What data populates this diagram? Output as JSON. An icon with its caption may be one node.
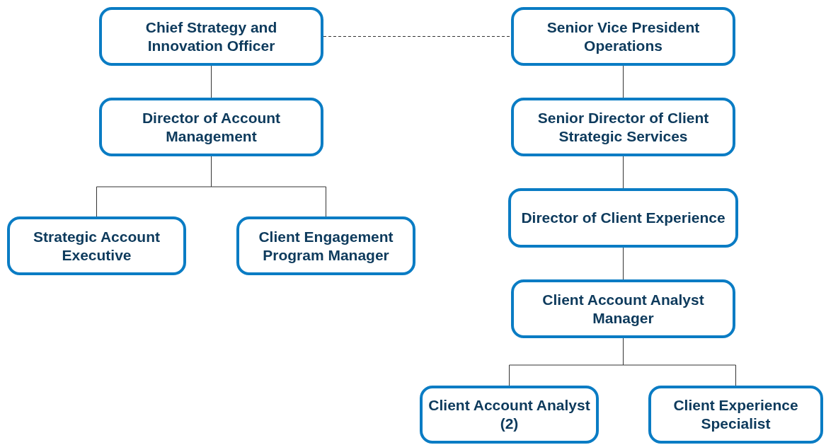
{
  "diagram": {
    "nodes": [
      {
        "text": [
          "Chief Strategy and Innovation Officer"
        ]
      },
      {
        "text": [
          "Director of Account Management"
        ]
      },
      {
        "text": [
          "Strategic Account Executive"
        ]
      },
      {
        "text": [
          "Client Engagement Program Manager"
        ]
      },
      {
        "text": [
          "Senior Vice President Operations"
        ]
      },
      {
        "text": [
          "Senior Director of Client Strategic Services"
        ]
      },
      {
        "text": [
          "Director of Client Experience"
        ]
      },
      {
        "text": [
          "Client Account Analyst Manager"
        ]
      },
      {
        "text": [
          "Client Account Analyst (2)"
        ]
      },
      {
        "text": [
          "Client Experience Specialist"
        ]
      }
    ],
    "edges": [
      {
        "from": 0,
        "to": 4,
        "arrow": "none",
        "style": "dashed"
      },
      {
        "from": 0,
        "to": 1,
        "arrow": "none"
      },
      {
        "from": 1,
        "to": 2,
        "arrow": "none"
      },
      {
        "from": 1,
        "to": 3,
        "arrow": "none"
      },
      {
        "from": 4,
        "to": 5,
        "arrow": "none"
      },
      {
        "from": 5,
        "to": 6,
        "arrow": "none"
      },
      {
        "from": 6,
        "to": 7,
        "arrow": "none"
      },
      {
        "from": 7,
        "to": 8,
        "arrow": "none"
      },
      {
        "from": 7,
        "to": 9,
        "arrow": "none"
      }
    ]
  }
}
